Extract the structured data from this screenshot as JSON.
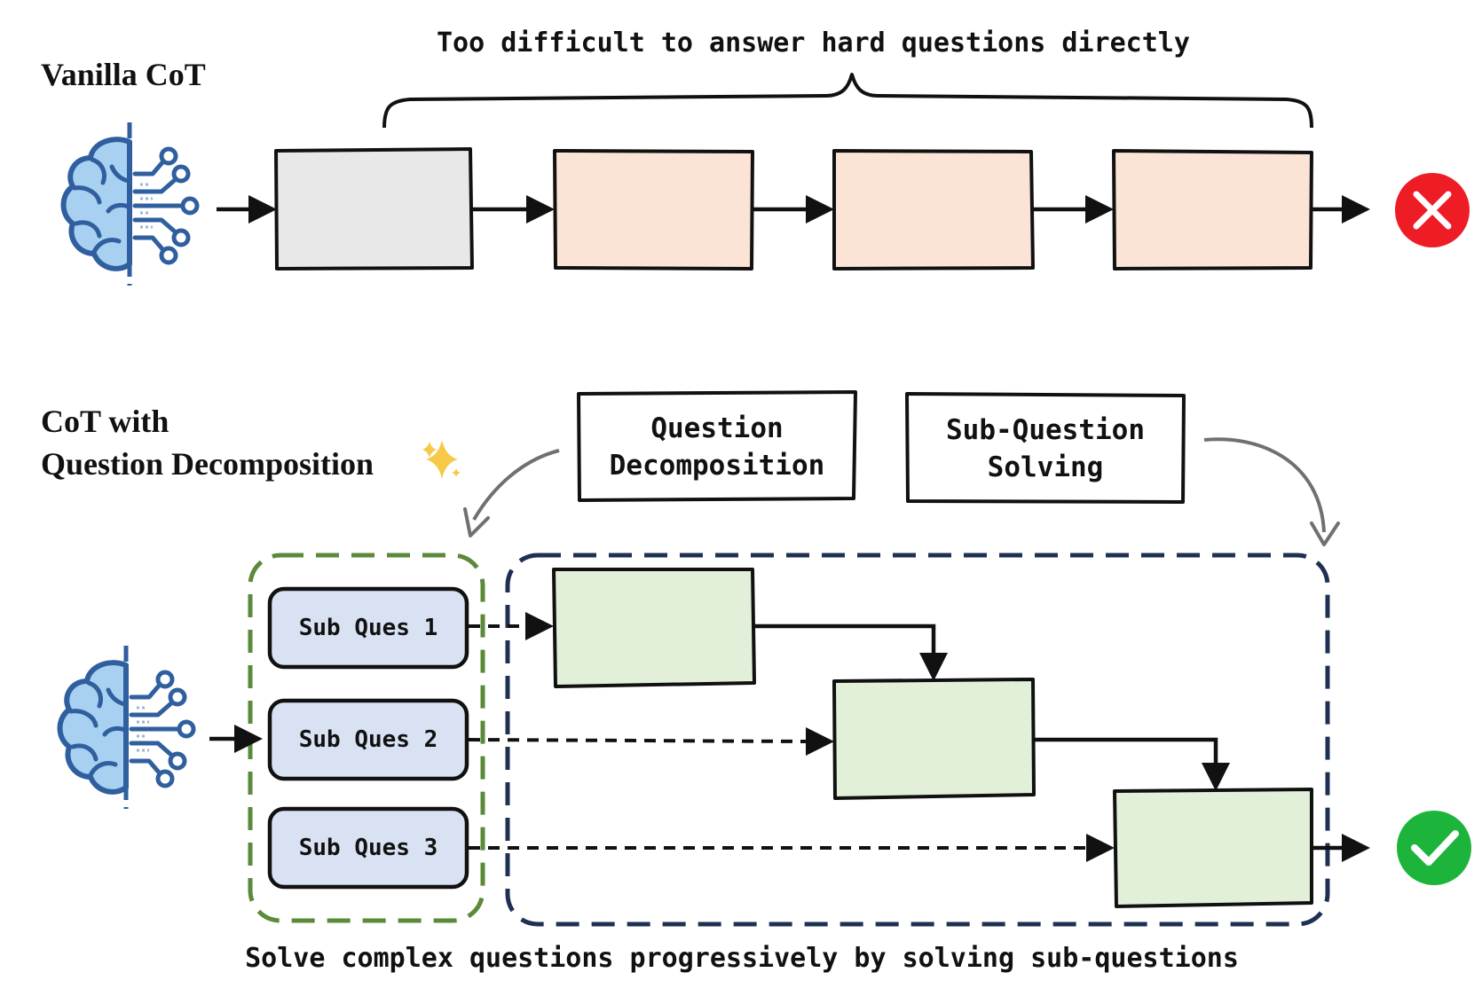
{
  "vanilla": {
    "title": "Vanilla CoT",
    "brace_label": "Too difficult to answer hard questions directly"
  },
  "decomp": {
    "title_line1": "CoT with",
    "title_line2": "Question Decomposition",
    "label_decomposition_line1": "Question",
    "label_decomposition_line2": "Decomposition",
    "label_solving_line1": "Sub-Question",
    "label_solving_line2": "Solving",
    "sub_questions": [
      "Sub Ques 1",
      "Sub Ques 2",
      "Sub Ques 3"
    ],
    "caption": "Solve complex questions progressively by solving sub-questions"
  },
  "colors": {
    "gray_box": "#e8e8e8",
    "peach_box": "#fbe4d6",
    "green_box": "#e2efd9",
    "subq_box": "#d9e2f3",
    "green_dash": "#5a8a3a",
    "navy_dash": "#1f3153",
    "brain_blue": "#2f5f9e",
    "brain_fill": "#a8d0f0",
    "fail_red": "#ee1c25",
    "success_green": "#1db43c"
  },
  "icons": [
    "brain-circuit-icon",
    "sparkle-icon",
    "fail-x-icon",
    "success-check-icon"
  ]
}
